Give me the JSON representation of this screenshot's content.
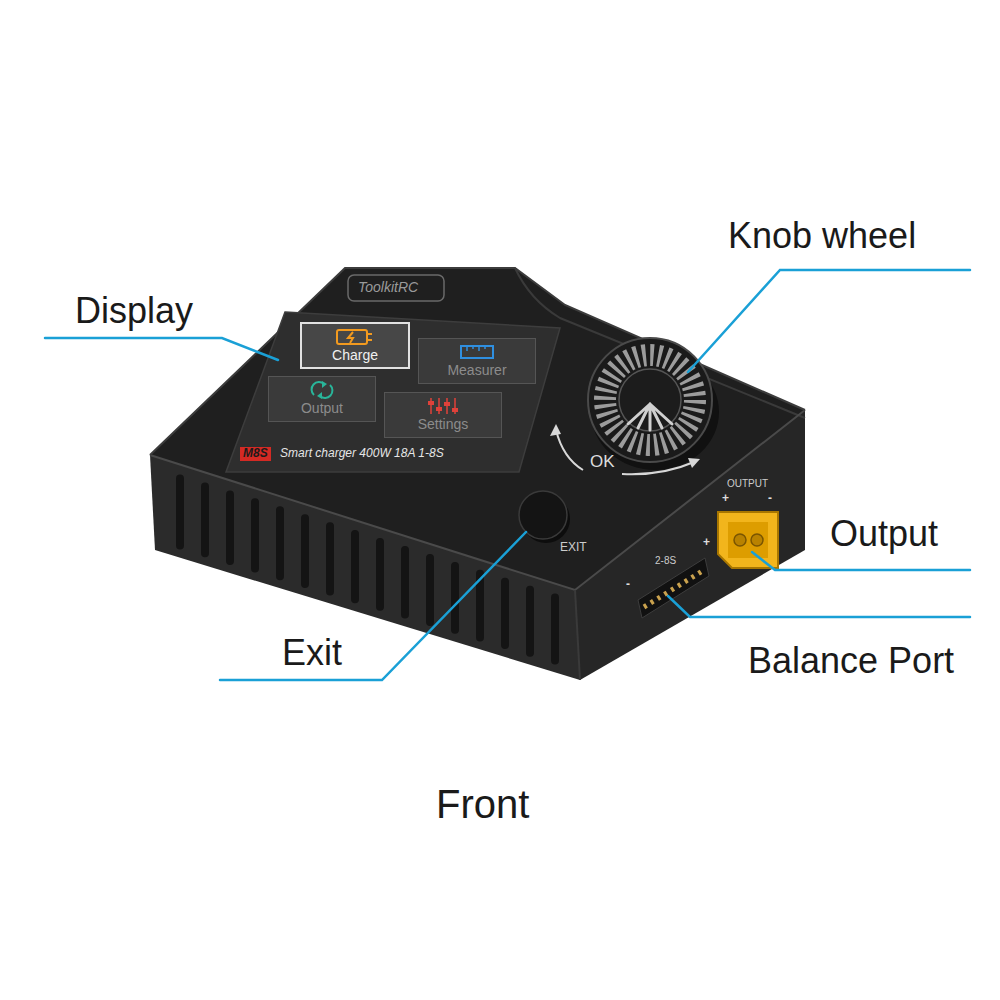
{
  "diagram": {
    "caption": "Front",
    "nodes": [
      {
        "text": [
          "Charge"
        ]
      },
      {
        "text": [
          "Measurer"
        ]
      },
      {
        "text": [
          "Output"
        ]
      },
      {
        "text": [
          "Settings"
        ]
      }
    ],
    "labels": [
      "Knob wheel",
      "Display",
      "ToolkitRC",
      "M8S",
      "Smart charger 400W 18A 1-8S",
      "OK",
      "EXIT",
      "OUTPUT",
      "+",
      "-",
      "Output",
      "2-8S",
      "-",
      "+",
      "Exit",
      "Balance Port"
    ]
  }
}
